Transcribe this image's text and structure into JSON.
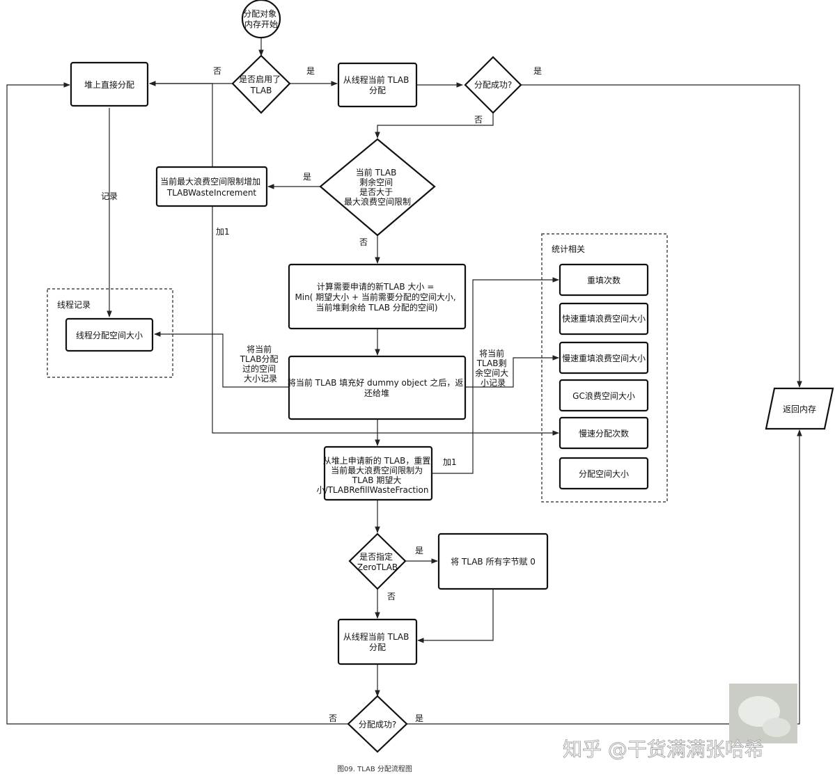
{
  "nodes": {
    "start": [
      "分配对象",
      "内存开始"
    ],
    "tlab_enabled": [
      "是否启用了",
      "TLAB"
    ],
    "heap_direct": [
      "堆上直接分配"
    ],
    "alloc_from_tlab_1": [
      "从线程当前 TLAB",
      "分配"
    ],
    "alloc_success_1": [
      "分配成功?"
    ],
    "waste_check": [
      "当前 TLAB",
      "剩余空间",
      "是否大于",
      "最大浪费空间限制"
    ],
    "waste_increment": [
      "当前最大浪费空间限制增加",
      "TLABWasteIncrement"
    ],
    "compute_size": [
      "计算需要申请的新TLAB 大小 =",
      "Min( 期望大小 + 当前需要分配的空间大小,",
      "当前堆剩余给 TLAB 分配的空间)"
    ],
    "fill_dummy": [
      "将当前 TLAB 填充好 dummy object 之后，返",
      "还给堆"
    ],
    "apply_new_tlab": [
      "从堆上申请新的 TLAB，重置",
      "当前最大浪费空间限制为",
      "TLAB 期望大",
      "小/TLABRefillWasteFraction"
    ],
    "zero_tlab": [
      "是否指定",
      "ZeroTLAB"
    ],
    "zero_bytes": [
      "将 TLAB 所有字节赋 0"
    ],
    "alloc_from_tlab_2": [
      "从线程当前 TLAB",
      "分配"
    ],
    "alloc_success_2": [
      "分配成功?"
    ],
    "return_mem": [
      "返回内存"
    ],
    "thread_alloc_size": [
      "线程分配空间大小"
    ],
    "refill_count": [
      "重填次数"
    ],
    "fast_refill_waste": [
      "快速重填浪费空间大小"
    ],
    "slow_refill_waste": [
      "慢速重填浪费空间大小"
    ],
    "gc_waste": [
      "GC浪费空间大小"
    ],
    "slow_alloc_count": [
      "慢速分配次数"
    ],
    "alloc_size": [
      "分配空间大小"
    ]
  },
  "groups": {
    "thread_record": "线程记录",
    "stats": "统计相关"
  },
  "edge_labels": {
    "no_tlab": "否",
    "yes_tlab": "是",
    "yes_success_1": "是",
    "no_success_1": "否",
    "yes_waste": "是",
    "no_waste": "否",
    "record": "记录",
    "add_one_left": "加1",
    "record_alloc": [
      "将当前",
      "TLAB分配",
      "过的空间",
      "大小记录"
    ],
    "record_remain": [
      "将当前",
      "TLAB剩",
      "余空间大",
      "小记录"
    ],
    "add_one_right": "加1",
    "yes_zero": "是",
    "no_zero": "否",
    "no_success_2": "否",
    "yes_success_2": "是"
  },
  "caption": "图09. TLAB 分配流程图",
  "watermark": "知乎 @干货满满张哈希"
}
